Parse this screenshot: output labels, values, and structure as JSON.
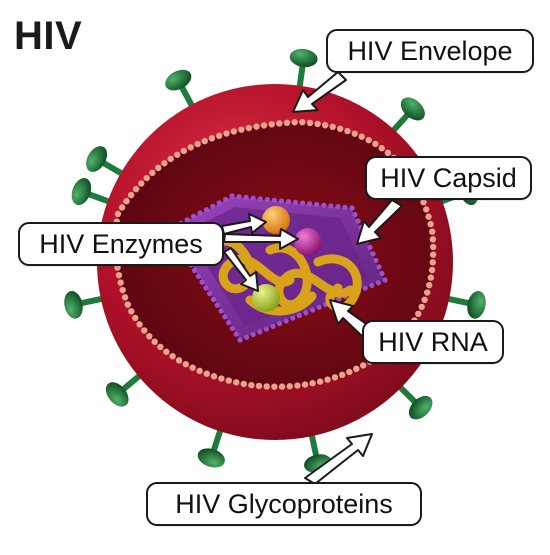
{
  "title": "HIV",
  "labels": {
    "envelope": "HIV Envelope",
    "capsid": "HIV Capsid",
    "enzymes": "HIV Enzymes",
    "rna": "HIV RNA",
    "glycoproteins": "HIV Glycoproteins"
  },
  "colors": {
    "envelope": "#b5122b",
    "envelope_dark": "#7c0a1a",
    "interior": "#6e0812",
    "membrane_beads": "#e9a38e",
    "capsid": "#7a2f9a",
    "capsid_beads": "#a34fc4",
    "rna": "#d9a21b",
    "glycoprotein": "#1f7a3d",
    "enzyme_orange": "#e58a17",
    "enzyme_magenta": "#b0208f",
    "enzyme_green": "#a8c42a"
  }
}
